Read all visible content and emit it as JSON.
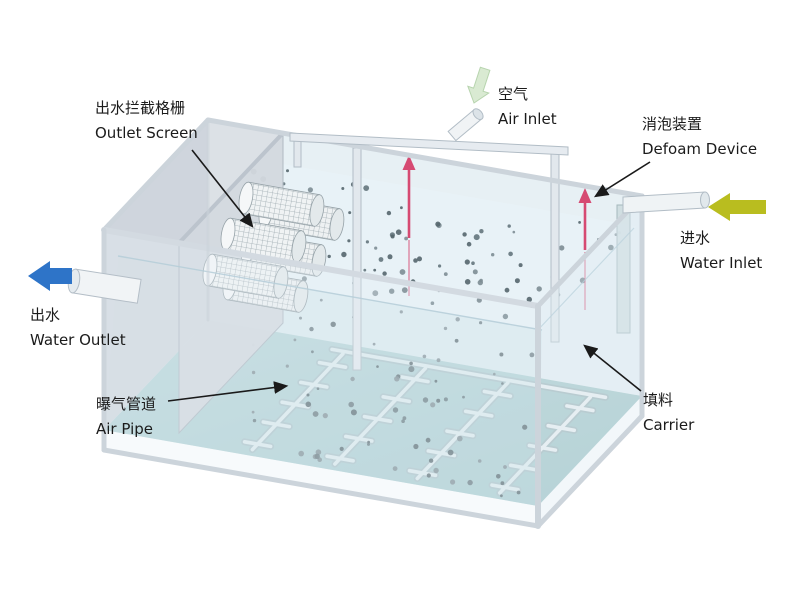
{
  "labels": {
    "outlet_screen": {
      "zh": "出水拦截格栅",
      "en": "Outlet Screen"
    },
    "air_inlet": {
      "zh": "空气",
      "en": "Air Inlet"
    },
    "defoam_device": {
      "zh": "消泡装置",
      "en": "Defoam Device"
    },
    "water_inlet": {
      "zh": "进水",
      "en": "Water Inlet"
    },
    "water_outlet": {
      "zh": "出水",
      "en": "Water Outlet"
    },
    "air_pipe": {
      "zh": "曝气管道",
      "en": "Air Pipe"
    },
    "carrier": {
      "zh": "填料",
      "en": "Carrier"
    }
  },
  "colors": {
    "water_outlet_arrow": "#2e74c8",
    "water_inlet_arrow": "#b9bd1f",
    "air_inlet_arrow": "#d9ead2",
    "defoam_arrow": "#d64a72"
  }
}
